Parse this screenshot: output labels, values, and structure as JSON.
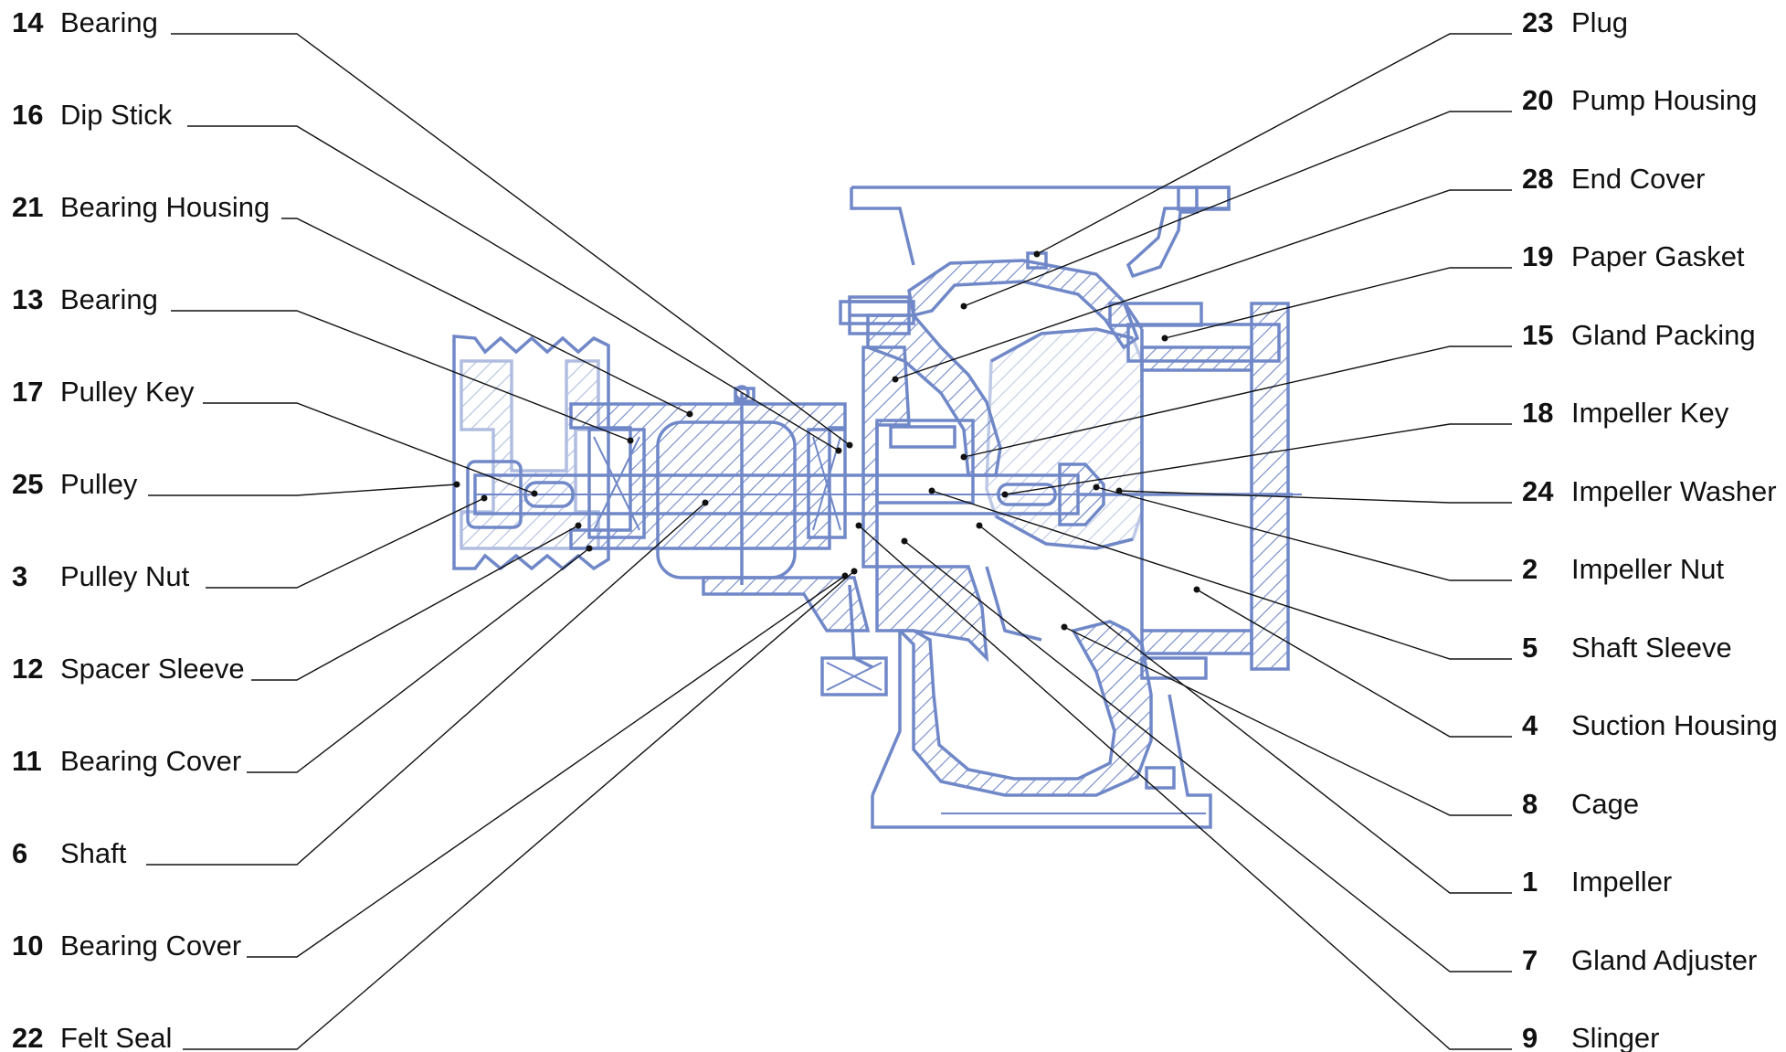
{
  "figure": "pump cross-section diagram",
  "colors": {
    "drawing": "#7088c8",
    "text": "#111111",
    "leader": "#111111"
  },
  "labels_left": [
    {
      "number": "14",
      "name": "Bearing"
    },
    {
      "number": "16",
      "name": "Dip Stick"
    },
    {
      "number": "21",
      "name": "Bearing Housing"
    },
    {
      "number": "13",
      "name": "Bearing"
    },
    {
      "number": "17",
      "name": "Pulley Key"
    },
    {
      "number": "25",
      "name": "Pulley"
    },
    {
      "number": "3",
      "name": "Pulley Nut"
    },
    {
      "number": "12",
      "name": "Spacer Sleeve"
    },
    {
      "number": "11",
      "name": "Bearing Cover"
    },
    {
      "number": "6",
      "name": "Shaft"
    },
    {
      "number": "10",
      "name": "Bearing Cover"
    },
    {
      "number": "22",
      "name": "Felt Seal"
    }
  ],
  "labels_right": [
    {
      "number": "23",
      "name": "Plug"
    },
    {
      "number": "20",
      "name": "Pump Housing"
    },
    {
      "number": "28",
      "name": "End Cover"
    },
    {
      "number": "19",
      "name": "Paper Gasket"
    },
    {
      "number": "15",
      "name": "Gland Packing"
    },
    {
      "number": "18",
      "name": "Impeller Key"
    },
    {
      "number": "24",
      "name": "Impeller Washer"
    },
    {
      "number": "2",
      "name": "Impeller Nut"
    },
    {
      "number": "5",
      "name": "Shaft Sleeve"
    },
    {
      "number": "4",
      "name": "Suction Housing"
    },
    {
      "number": "8",
      "name": "Cage"
    },
    {
      "number": "1",
      "name": "Impeller"
    },
    {
      "number": "7",
      "name": "Gland Adjuster"
    },
    {
      "number": "9",
      "name": "Slinger"
    }
  ]
}
